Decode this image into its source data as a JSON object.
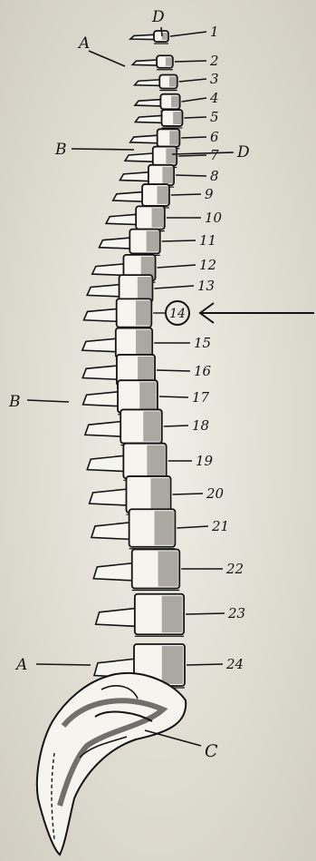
{
  "vertebra_numbers": [
    "1",
    "2",
    "3",
    "4",
    "5",
    "6",
    "7",
    "8",
    "9",
    "10",
    "11",
    "12",
    "13",
    "14",
    "15",
    "16",
    "17",
    "18",
    "19",
    "20",
    "21",
    "22",
    "23",
    "24"
  ],
  "highlighted_vertebra": "14",
  "letter_labels": {
    "d_top": "D",
    "d_right": "D",
    "a_top": "A",
    "b_upper": "B",
    "b_lower": "B",
    "a_lower": "A",
    "c": "C"
  },
  "colors": {
    "paper": "#e9e6dc",
    "ink": "#141414",
    "bone": "#f6f4ee",
    "shade": "#6d6a64"
  }
}
